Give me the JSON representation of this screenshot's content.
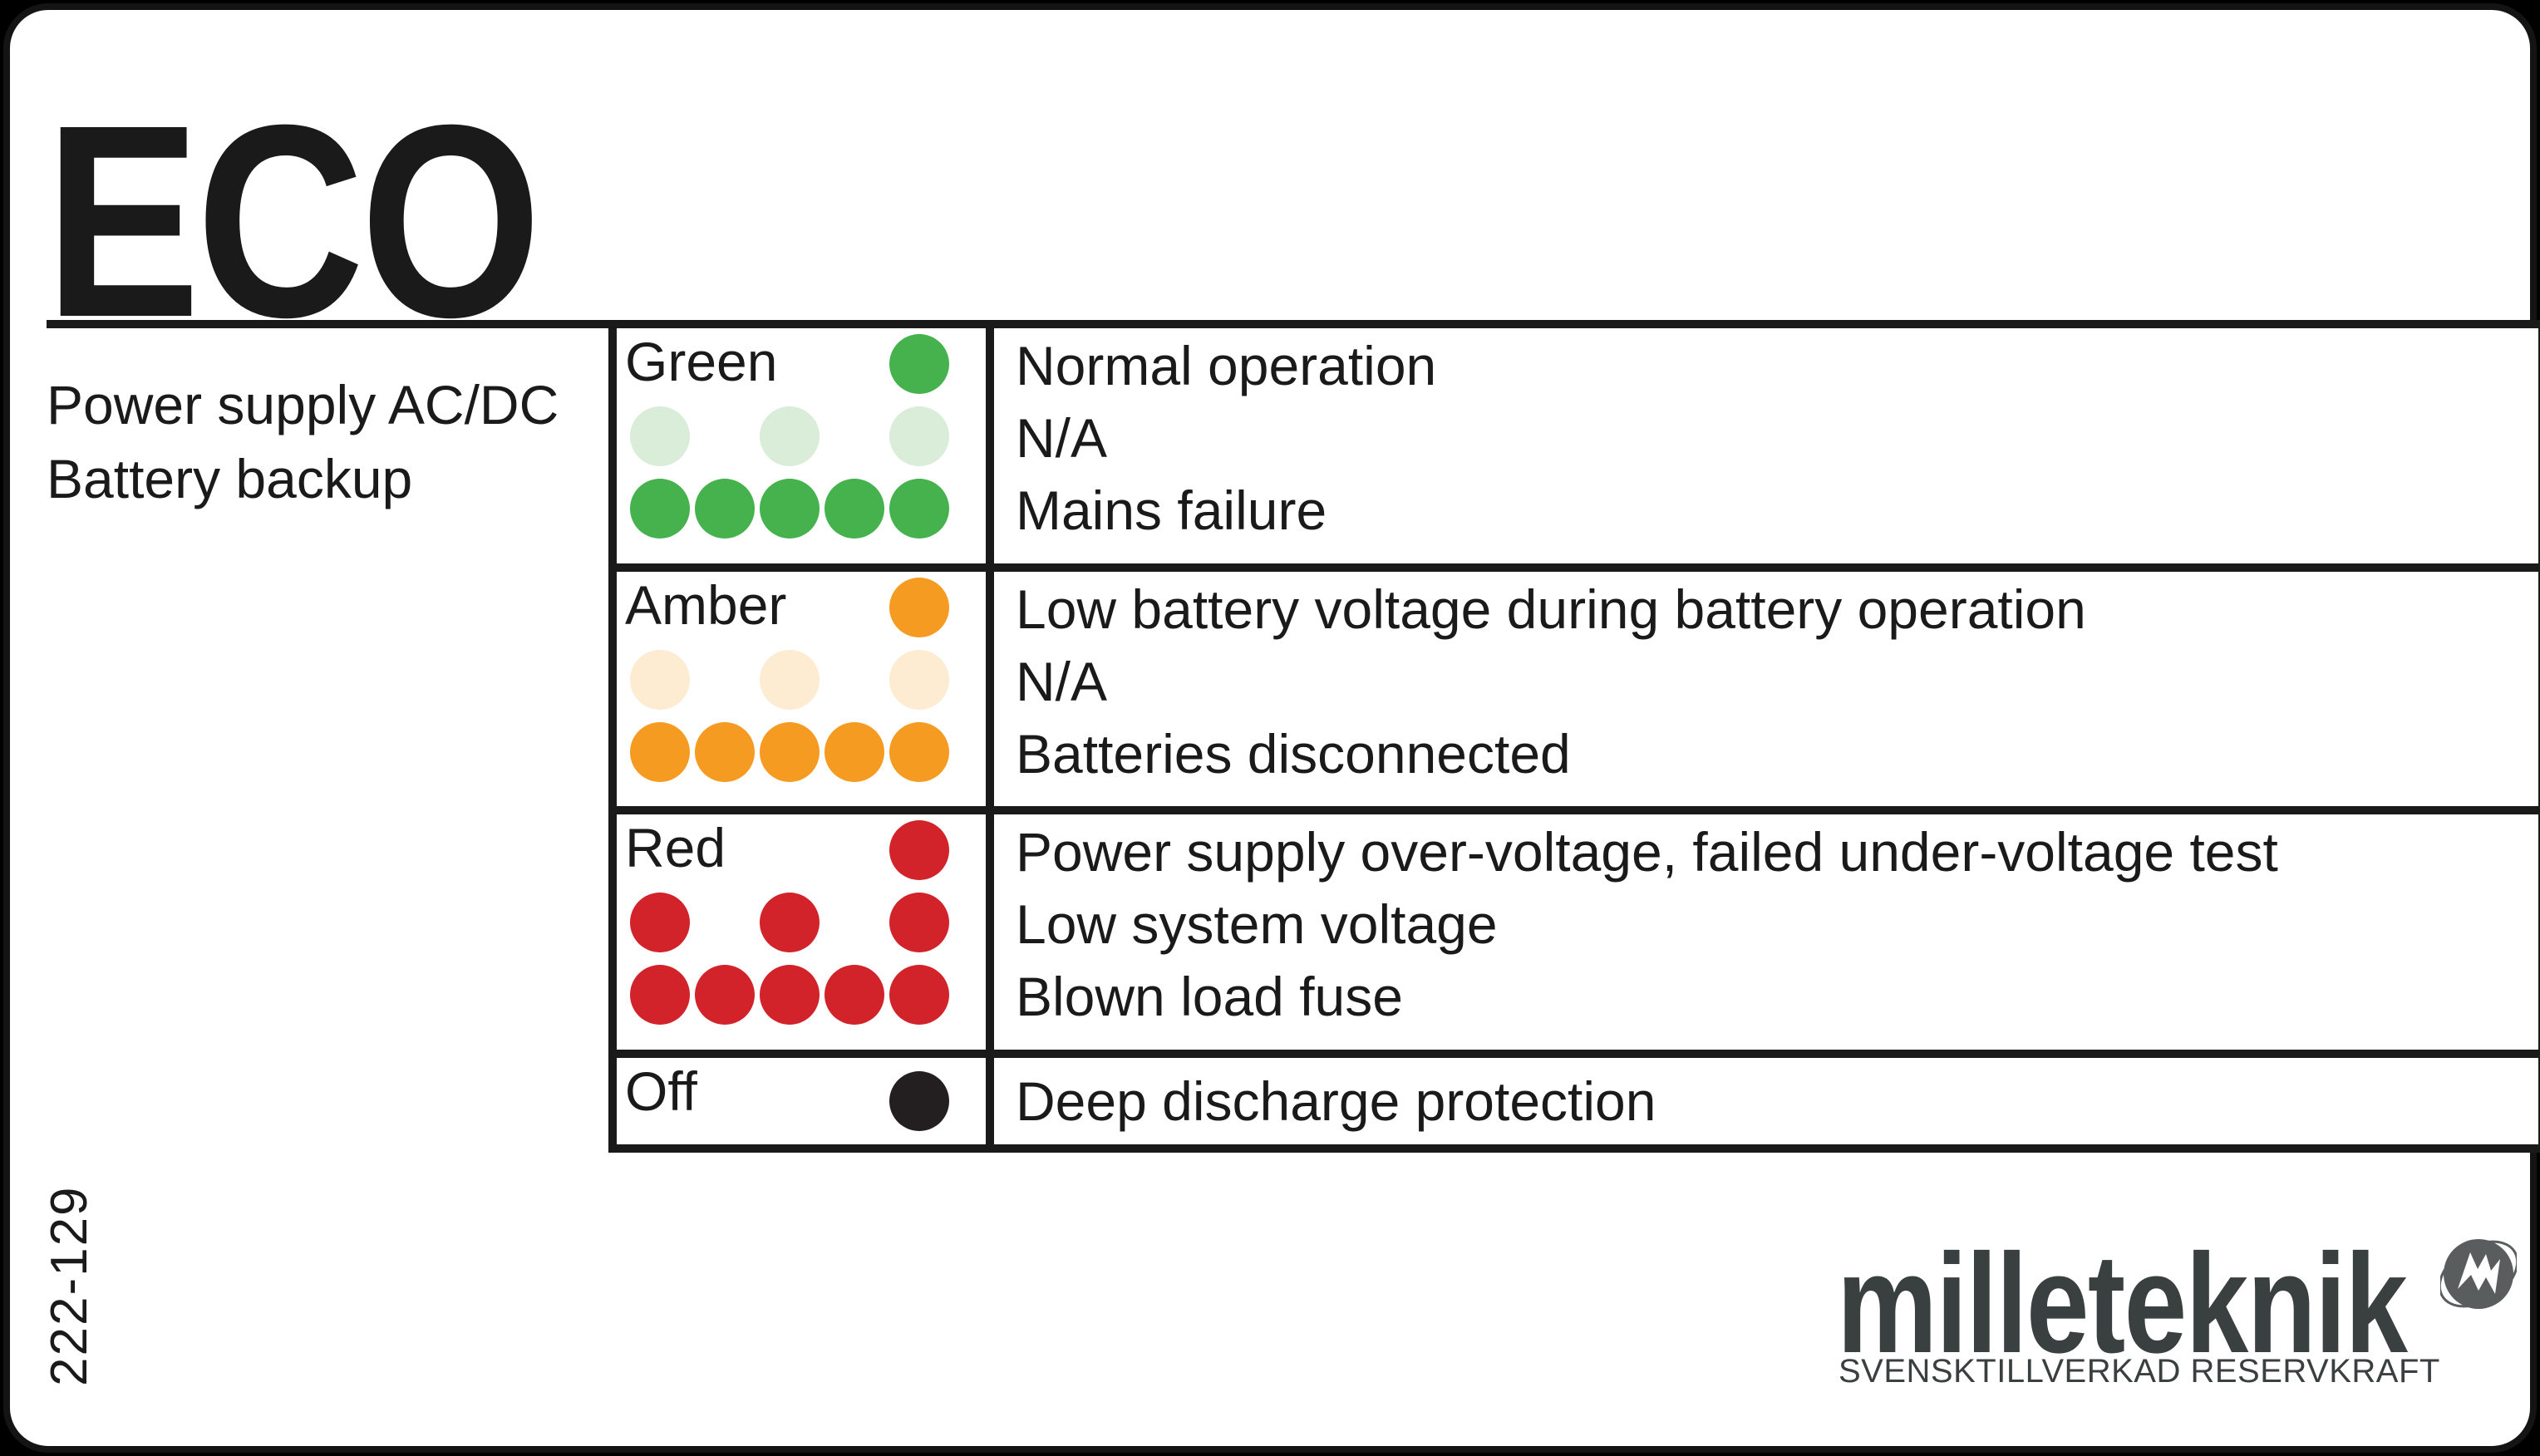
{
  "product": {
    "name": "ECO",
    "subtitle_line1": "Power supply AC/DC",
    "subtitle_line2": "Battery backup",
    "part_number": "222-129"
  },
  "colors": {
    "line": "#1a1a1a",
    "text": "#1a1a1a",
    "card_bg": "#ffffff",
    "outer_bg": "#000000"
  },
  "table": {
    "rows": [
      {
        "label": "Green",
        "solid_color": "#45b24e",
        "blink_color": "#d9edd9",
        "lines": [
          {
            "text": "Normal operation",
            "dots": 1
          },
          {
            "text": "N/A",
            "dots": 3
          },
          {
            "text": "Mains failure",
            "dots": 5
          }
        ]
      },
      {
        "label": "Amber",
        "solid_color": "#f59b22",
        "blink_color": "#fdebd2",
        "lines": [
          {
            "text": "Low battery voltage during battery operation",
            "dots": 1
          },
          {
            "text": "N/A",
            "dots": 3
          },
          {
            "text": "Batteries disconnected",
            "dots": 5
          }
        ]
      },
      {
        "label": "Red",
        "solid_color": "#d2232a",
        "blink_color": "#d2232a",
        "lines": [
          {
            "text": "Power supply over-voltage, failed under-voltage test",
            "dots": 1
          },
          {
            "text": "Low system voltage",
            "dots": 3
          },
          {
            "text": "Blown load fuse",
            "dots": 5
          }
        ]
      },
      {
        "label": "Off",
        "solid_color": "#231f20",
        "blink_color": "#231f20",
        "lines": [
          {
            "text": "Deep discharge protection",
            "dots": 1
          }
        ]
      }
    ]
  },
  "logo": {
    "brand": "milleteknik",
    "tagline": "SVENSKTILLVERKAD RESERVKRAFT",
    "text_color": "#3a3f40",
    "mark_color": "#595d5e"
  }
}
